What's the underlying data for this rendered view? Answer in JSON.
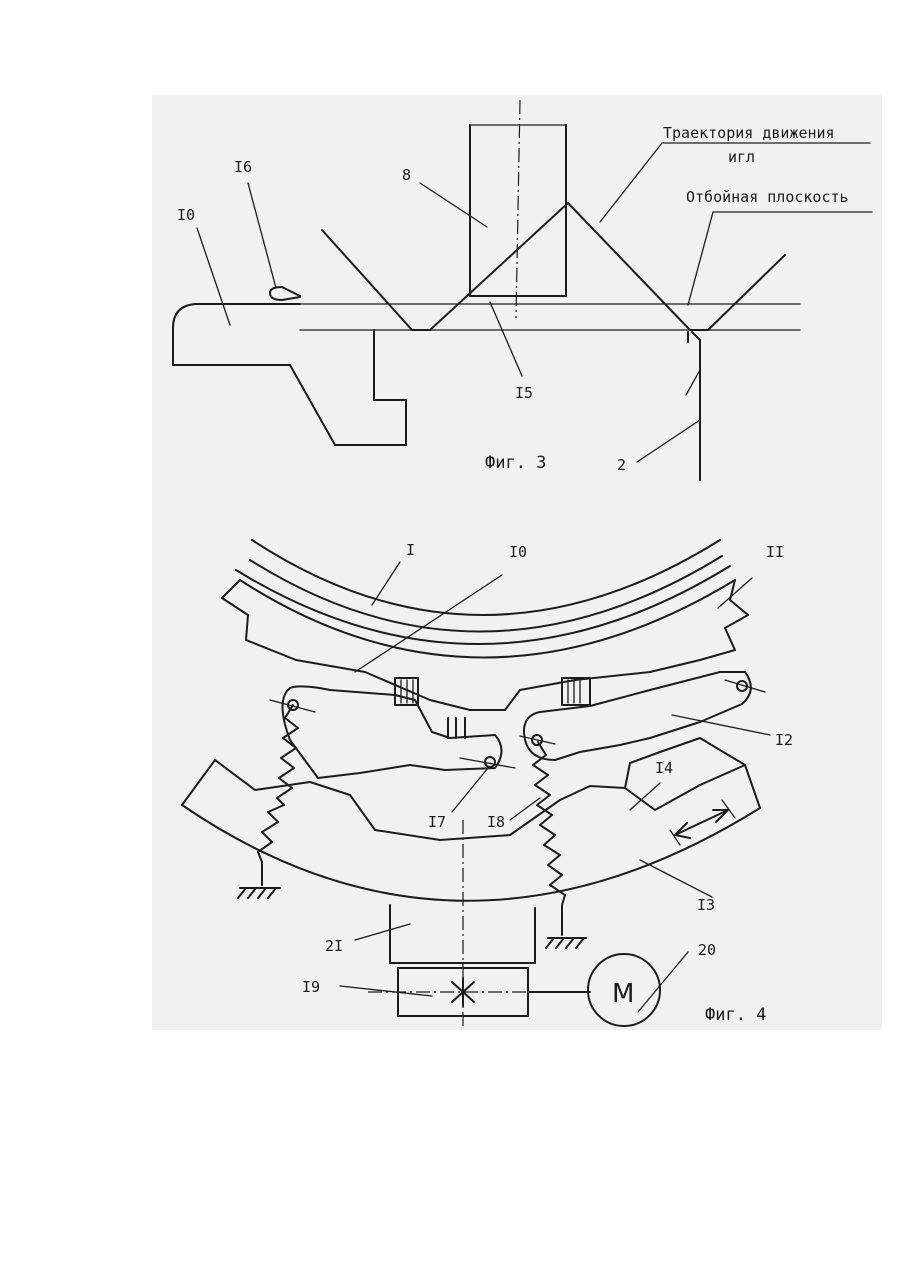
{
  "figure3": {
    "caption": "Фиг. 3",
    "labels": {
      "l8": "8",
      "l16": "I6",
      "l10": "I0",
      "l15": "I5",
      "l2": "2",
      "traj1": "Траектория движения",
      "traj2": "игл",
      "plane": "Отбойная плоскость"
    }
  },
  "figure4": {
    "caption": "Фиг. 4",
    "labels": {
      "l1": "I",
      "l10": "I0",
      "l11": "II",
      "l12": "I2",
      "l14": "I4",
      "l13": "I3",
      "l17": "I7",
      "l18": "I8",
      "l21": "2I",
      "l20": "20",
      "l19": "I9",
      "motor": "M"
    }
  }
}
